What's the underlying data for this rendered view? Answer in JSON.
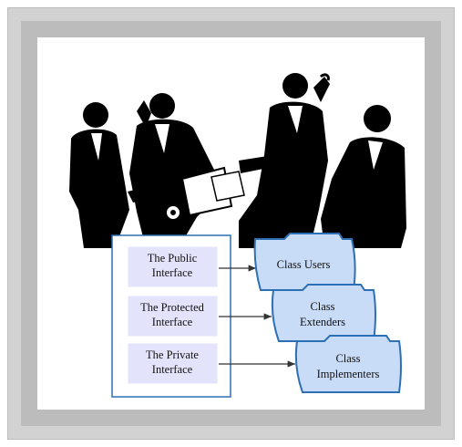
{
  "interfaces": [
    {
      "line1": "The Public",
      "line2": "Interface"
    },
    {
      "line1": "The Protected",
      "line2": "Interface"
    },
    {
      "line1": "The Private",
      "line2": "Interface"
    }
  ],
  "folders": [
    {
      "line1": "Class Users",
      "line2": ""
    },
    {
      "line1": "Class",
      "line2": "Extenders"
    },
    {
      "line1": "Class",
      "line2": "Implementers"
    }
  ],
  "colors": {
    "box_fill": "#e3e3fb",
    "folder_fill": "#c9dcf7",
    "folder_stroke": "#2d6fb5",
    "group_border": "#2d6fb5",
    "silhouette": "#000000"
  }
}
